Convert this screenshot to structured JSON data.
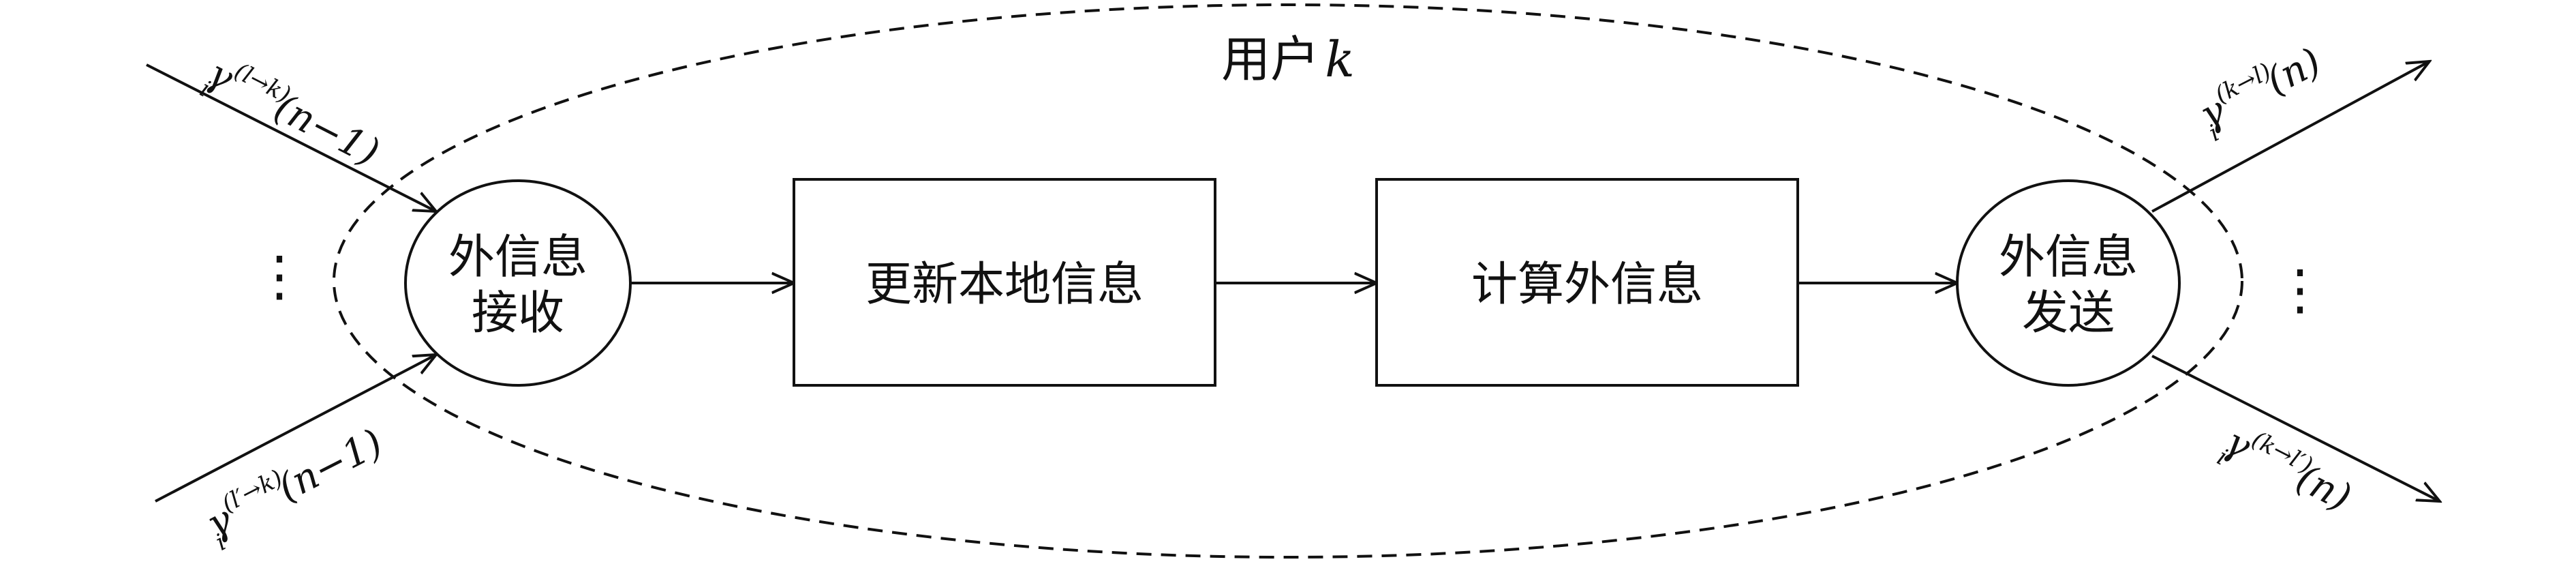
{
  "diagram": {
    "group_label_prefix": "用户",
    "group_label_var": "k",
    "receive_node": {
      "line1": "外信息",
      "line2": "接收"
    },
    "update_box": {
      "label": "更新本地信息"
    },
    "compute_box": {
      "label": "计算外信息"
    },
    "send_node": {
      "line1": "外信息",
      "line2": "发送"
    },
    "ellipsis": "⋮",
    "in_top": {
      "base": "γ",
      "sub": "i",
      "sup": "(l→k)",
      "arg": "(n−1)"
    },
    "in_bottom": {
      "base": "γ",
      "sub": "i",
      "sup": "(l′→k)",
      "arg": "(n−1)"
    },
    "out_top": {
      "base": "γ",
      "sub": "i",
      "sup": "(k→l)",
      "arg": "(n)"
    },
    "out_bottom": {
      "base": "γ",
      "sub": "i",
      "sup": "(k→l′)",
      "arg": "(n)"
    }
  }
}
